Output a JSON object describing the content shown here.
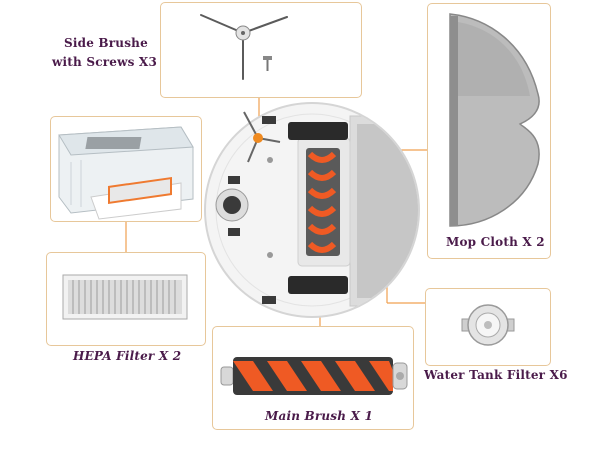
{
  "labels": {
    "side_brush_line1": "Side Brushe",
    "side_brush_line2": "with Screws X3",
    "mop_cloth": "Mop Cloth X 2",
    "hepa_filter": "HEPA Filter X 2",
    "water_tank_filter": "Water Tank Filter X6",
    "main_brush": "Main Brush X 1"
  },
  "colors": {
    "label_text": "#4a1b4a",
    "box_border": "#e7c79a",
    "connector_line": "#f0a050",
    "connector_dot": "#f08a30",
    "brush_orange": "#ef5a24",
    "robot_body": "#f4f4f4",
    "mop_gray": "#a6a6a6"
  },
  "icons": {
    "robot": "robot-vacuum-underside-icon",
    "side_brush": "side-brush-icon",
    "screw": "screw-icon",
    "dust_bin": "dust-bin-icon",
    "hepa": "hepa-filter-icon",
    "mop": "mop-cloth-icon",
    "tank_filter": "water-tank-filter-icon",
    "main_brush": "main-brush-icon"
  }
}
